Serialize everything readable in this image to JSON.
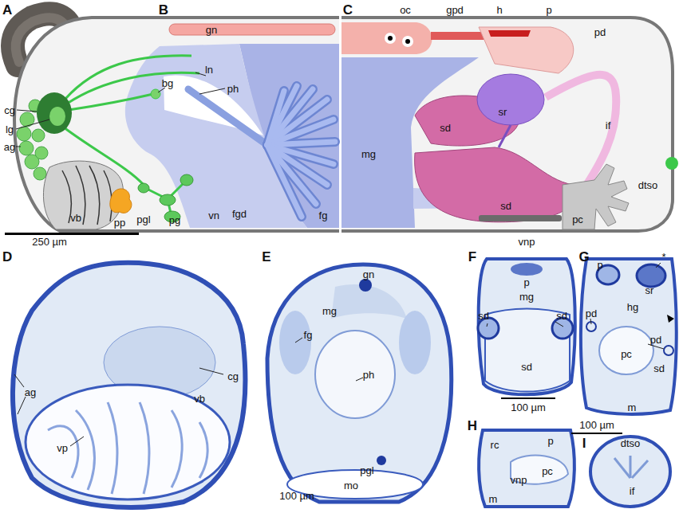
{
  "diagram": {
    "labels": [
      "A",
      "B",
      "gn",
      "ln",
      "bg",
      "cg",
      "lg",
      "ph",
      "ag",
      "vb",
      "pp",
      "pgl",
      "pg",
      "vn",
      "fgd",
      "fg",
      "250 µm",
      "C",
      "oc",
      "gpd",
      "h",
      "p",
      "pd",
      "sr",
      "mg",
      "sd",
      "sd",
      "if",
      "dtso",
      "pc",
      "vnp",
      "D",
      "ag",
      "cg",
      "vb",
      "vp",
      "E",
      "gn",
      "mg",
      "fg",
      "ph",
      "pgl",
      "mo",
      "100 µm",
      "F",
      "p",
      "mg",
      "sd",
      "sd",
      "sd",
      "100 µm",
      "G",
      "p",
      "sr",
      "*",
      "hg",
      "pd",
      "pd",
      "pc",
      "sd",
      "m",
      "H",
      "100 µm",
      "rc",
      "p",
      "pc",
      "vnp",
      "m",
      "I",
      "dtso",
      "if"
    ]
  }
}
